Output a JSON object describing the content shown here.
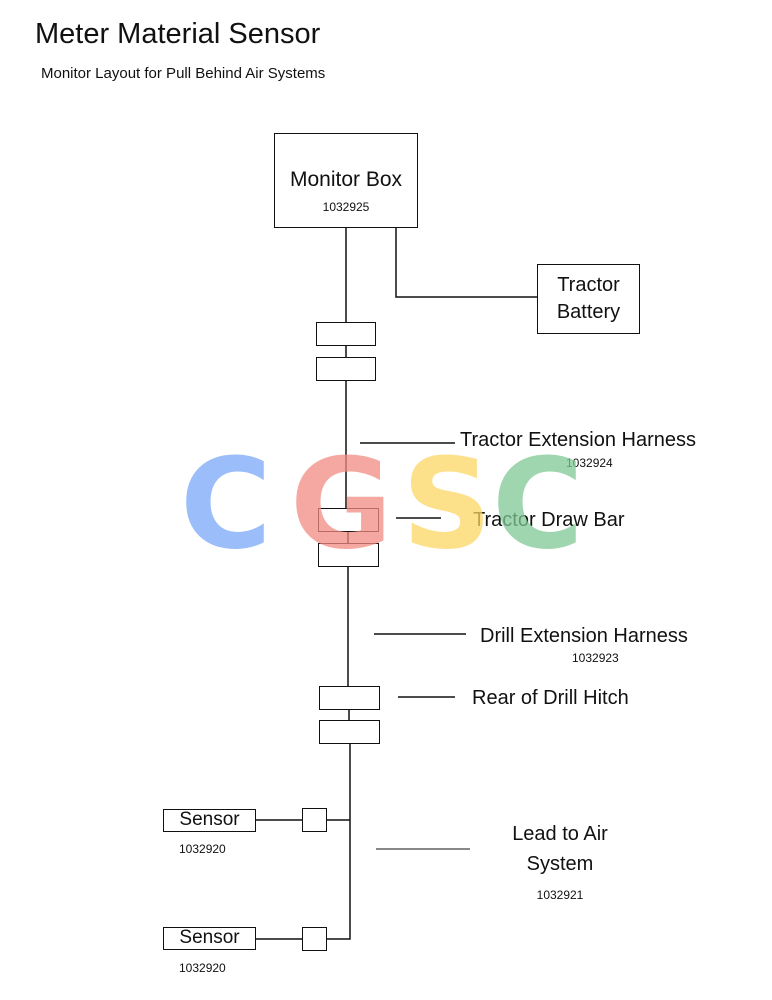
{
  "title": "Meter Material Sensor",
  "subtitle": "Monitor Layout for Pull Behind Air Systems",
  "monitor_box": {
    "label": "Monitor Box",
    "part": "1032925"
  },
  "tractor_battery": {
    "line1": "Tractor",
    "line2": "Battery"
  },
  "tractor_extension_harness": {
    "label": "Tractor Extension Harness",
    "part": "1032924"
  },
  "tractor_draw_bar": {
    "label": "Tractor Draw Bar"
  },
  "drill_extension_harness": {
    "label": "Drill Extension Harness",
    "part": "1032923"
  },
  "rear_of_drill_hitch": {
    "label": "Rear of Drill Hitch"
  },
  "lead_to_air_system": {
    "line1": "Lead to Air",
    "line2": "System",
    "part": "1032921"
  },
  "sensors": [
    {
      "label": "Sensor",
      "part": "1032920"
    },
    {
      "label": "Sensor",
      "part": "1032920"
    }
  ],
  "watermark": {
    "letters": [
      "C",
      "G",
      "S",
      "C"
    ],
    "colors": [
      "#7aa7f7",
      "#f28b82",
      "#fdd663",
      "#81c995"
    ]
  }
}
